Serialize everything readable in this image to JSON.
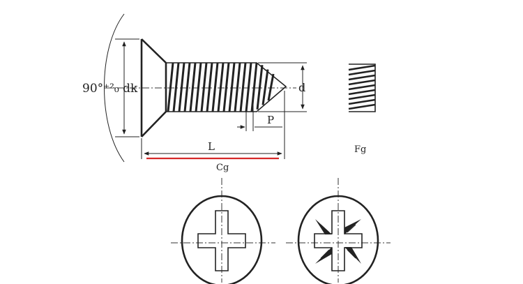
{
  "labels": {
    "head_dim": "90°⁺²₀  dk",
    "dia": "d",
    "pitch": "P",
    "length": "L",
    "end_c": "Cg",
    "end_f": "Fg"
  },
  "colors": {
    "line": "#222222",
    "highlight": "#d62828",
    "background": "#ffffff"
  },
  "icons": {
    "phillips": "cross-recess-icon",
    "pozidriv": "pozi-recess-icon"
  }
}
